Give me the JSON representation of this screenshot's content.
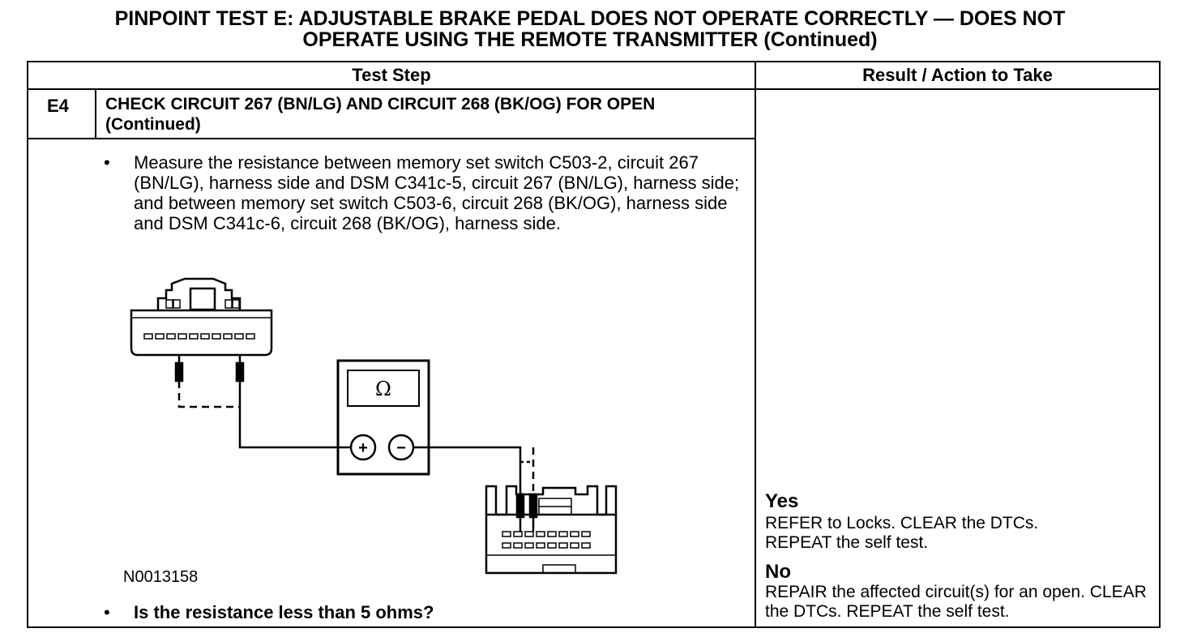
{
  "title": {
    "line1": "PINPOINT TEST  E: ADJUSTABLE BRAKE PEDAL DOES NOT OPERATE CORRECTLY — DOES NOT",
    "line2": "OPERATE USING THE REMOTE TRANSMITTER (Continued)"
  },
  "table": {
    "col_test_step": "Test Step",
    "col_result": "Result / Action to Take",
    "step_id": "E4",
    "step_title": "CHECK CIRCUIT 267 (BN/LG) AND CIRCUIT 268 (BK/OG) FOR OPEN (Continued)",
    "bullet_char": "•",
    "instruction": "Measure the resistance between memory set switch C503-2, circuit 267 (BN/LG), harness side and DSM C341c-5, circuit 267 (BN/LG), harness side; and between memory set switch C503-6, circuit 268 (BK/OG), harness side and DSM C341c-6, circuit 268 (BK/OG), harness side.",
    "figure_id": "N0013158",
    "question": "Is the resistance less than 5 ohms?",
    "yes_label": "Yes",
    "yes_text": "REFER to Locks. CLEAR the DTCs. REPEAT the self test.",
    "no_label": "No",
    "no_text": "REPAIR the affected circuit(s) for an open. CLEAR the DTCs. REPEAT the self test."
  },
  "diagram": {
    "meter_symbol": "Ω",
    "plus_symbol": "+",
    "minus_symbol": "−"
  }
}
